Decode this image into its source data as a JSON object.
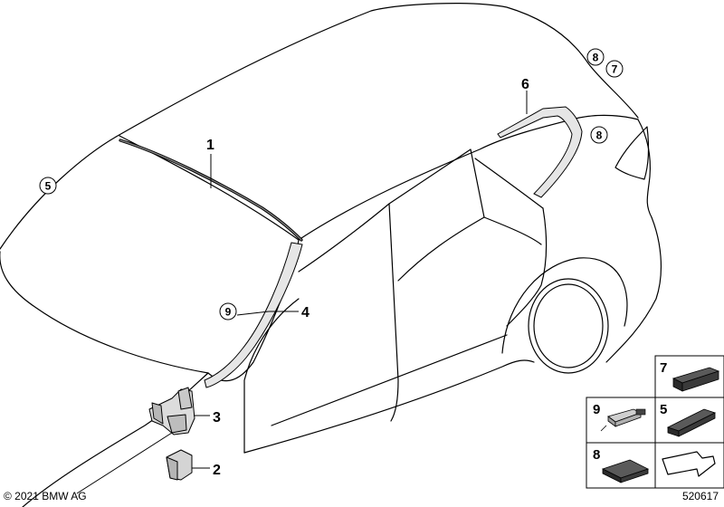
{
  "callouts": {
    "c1": "1",
    "c2": "2",
    "c3": "3",
    "c4": "4",
    "c5": "5",
    "c6": "6",
    "c7": "7",
    "c8a": "8",
    "c8b": "8",
    "c9": "9"
  },
  "legend": {
    "p7": "7",
    "p5": "5",
    "p9": "9",
    "p8": "8"
  },
  "footer": {
    "copyright": "© 2021 BMW AG",
    "diagram_number": "520617"
  },
  "colors": {
    "line": "#000000",
    "part_fill": "#d9d9d9",
    "dark_part": "#3a3a3a"
  }
}
